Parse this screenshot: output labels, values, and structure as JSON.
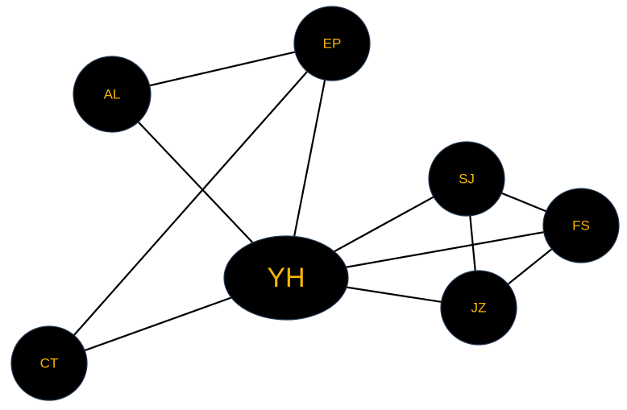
{
  "diagram": {
    "label_color": "#f5b400",
    "node_fill": "#000000",
    "edge_color": "#000000",
    "nodes": [
      {
        "id": "EP",
        "label": "EP"
      },
      {
        "id": "AL",
        "label": "AL"
      },
      {
        "id": "SJ",
        "label": "SJ"
      },
      {
        "id": "FS",
        "label": "FS"
      },
      {
        "id": "YH",
        "label": "YH"
      },
      {
        "id": "JZ",
        "label": "JZ"
      },
      {
        "id": "CT",
        "label": "CT"
      }
    ],
    "edges": [
      {
        "from": "AL",
        "to": "EP"
      },
      {
        "from": "AL",
        "to": "YH"
      },
      {
        "from": "EP",
        "to": "YH"
      },
      {
        "from": "EP",
        "to": "CT"
      },
      {
        "from": "CT",
        "to": "YH"
      },
      {
        "from": "YH",
        "to": "SJ"
      },
      {
        "from": "YH",
        "to": "FS"
      },
      {
        "from": "YH",
        "to": "JZ"
      },
      {
        "from": "SJ",
        "to": "FS"
      },
      {
        "from": "SJ",
        "to": "JZ"
      },
      {
        "from": "JZ",
        "to": "FS"
      }
    ]
  }
}
